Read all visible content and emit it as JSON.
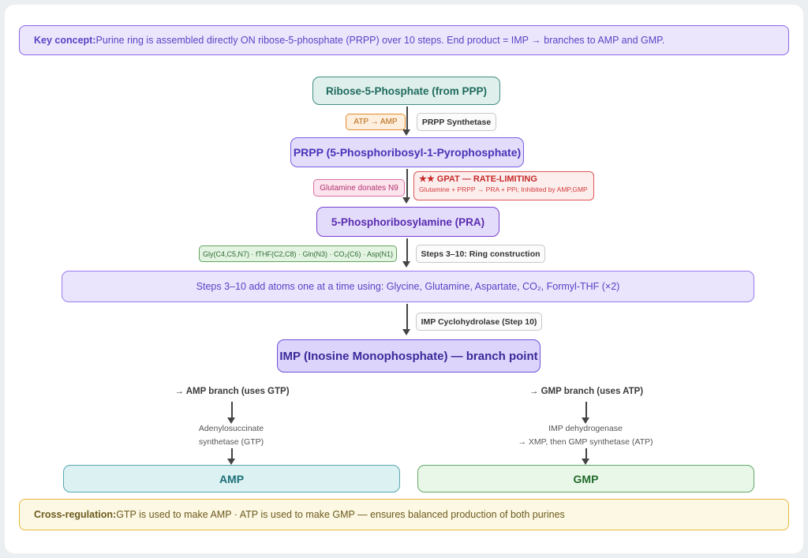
{
  "banners": {
    "key": {
      "label": "Key concept:",
      "text": "Purine ring is assembled directly ON ribose-5-phosphate (PRPP) over 10 steps. End product = IMP → branches to AMP and GMP."
    },
    "cross": {
      "label": "Cross-regulation:",
      "text": "GTP is used to make AMP · ATP is used to make GMP — ensures balanced production of both purines"
    }
  },
  "nodes": {
    "r5p": "Ribose-5-Phosphate (from PPP)",
    "prpp": "PRPP (5-Phosphoribosyl-1-Pyrophosphate)",
    "pra": "5-Phosphoribosylamine (PRA)",
    "steps": "Steps 3–10 add atoms one at a time using: Glycine, Glutamine, Aspartate, CO₂, Formyl-THF (×2)",
    "imp": "IMP (Inosine Monophosphate) — branch point",
    "amp": "AMP",
    "gmp": "GMP"
  },
  "chips": {
    "atp": "ATP → AMP",
    "prpp_synthetase": "PRPP Synthetase",
    "glutamine": "Glutamine donates N9",
    "atom_sources": "Gly(C4,C5,N7) · fTHF(C2,C8) · Gln(N3) · CO₂(C6) · Asp(N1)",
    "steps_3_10": "Steps 3–10: Ring construction",
    "imp_cyclohydrolase": "IMP Cyclohydrolase (Step 10)"
  },
  "gpat": {
    "title": "★★ GPAT — RATE-LIMITING",
    "subtitle": "Glutamine + PRPP → PRA + PPi; Inhibited by AMP,GMP"
  },
  "branches": {
    "amp": {
      "title": "→ AMP branch (uses GTP)",
      "note_line1": "Adenylosuccinate",
      "note_line2": "synthetase (GTP)"
    },
    "gmp": {
      "title": "→ GMP branch (uses ATP)",
      "note_line1": "IMP dehydrogenase",
      "note_line2": "→ XMP, then GMP synthetase (ATP)"
    }
  },
  "colors": {
    "purple": "#7a5de0",
    "teal": "#3f8d80",
    "green": "#62a765",
    "red": "#e05555",
    "orange": "#e08b2a",
    "pink": "#dd6ea2",
    "yellow": "#e7b83c"
  }
}
